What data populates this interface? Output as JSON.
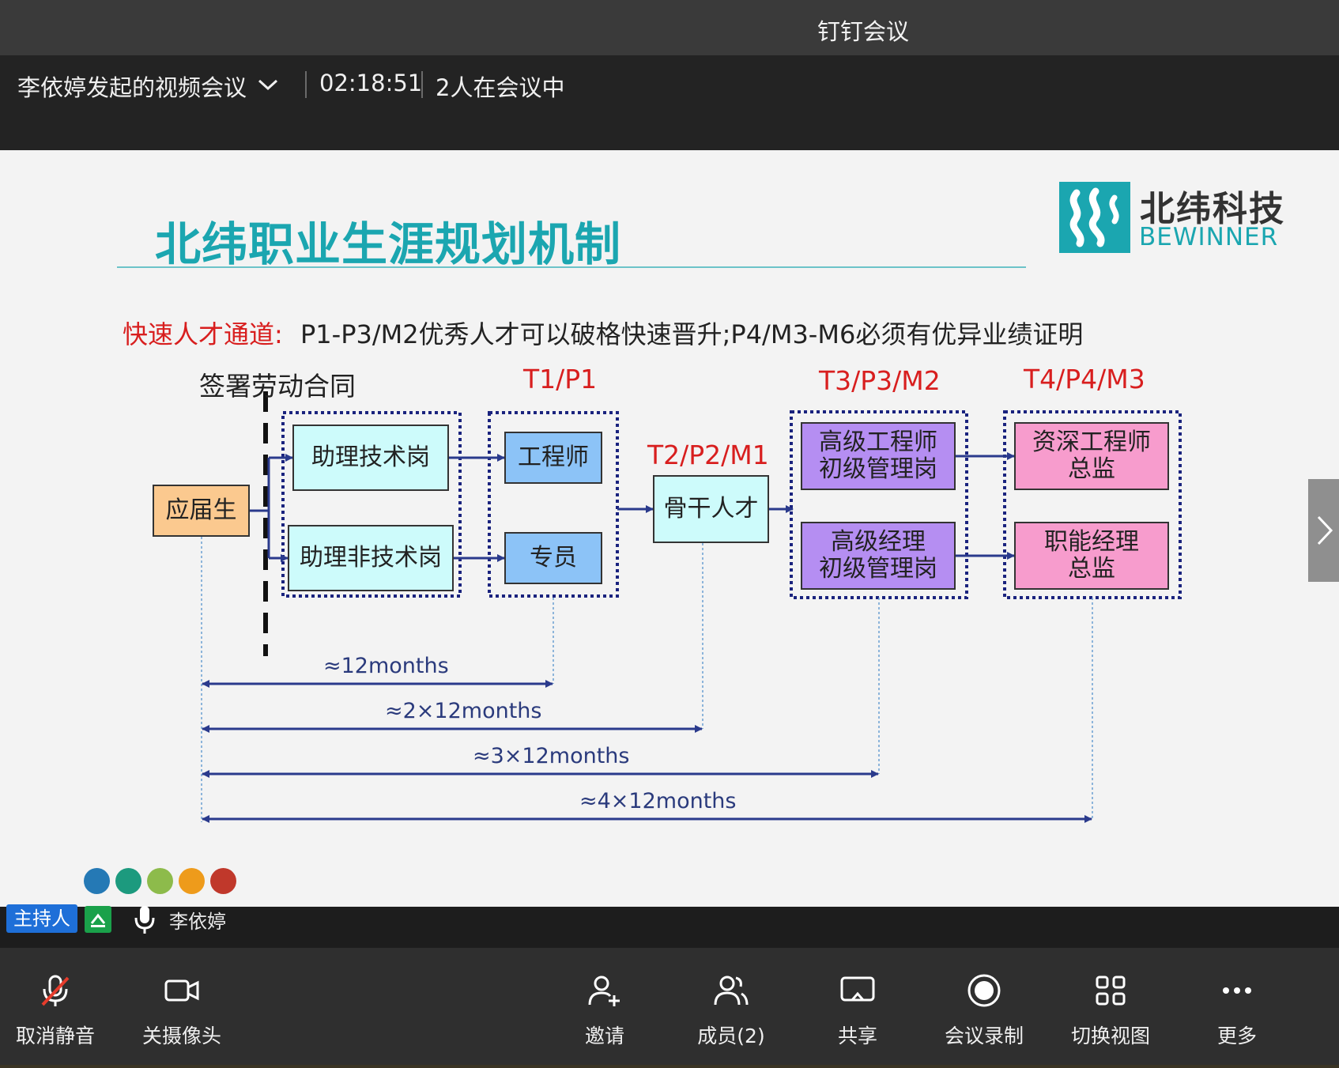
{
  "window": {
    "app_title": "钉钉会议"
  },
  "meeting": {
    "title": "李依婷发起的视频会议",
    "timer": "02:18:51",
    "participants_text": "2人在会议中"
  },
  "slide": {
    "title": "北纬职业生涯规划机制",
    "logo": {
      "cn": "北纬科技",
      "en": "BEWINNER"
    },
    "fast_track_label": "快速人才通道:",
    "fast_track_text": "P1-P3/M2优秀人才可以破格快速晋升;P4/M3-M6必须有优异业绩证明",
    "stage_labels": {
      "contract": "签署劳动合同",
      "t1": "T1/P1",
      "t2": "T2/P2/M1",
      "t3": "T3/P3/M2",
      "t4": "T4/P4/M3"
    },
    "boxes": {
      "graduate": "应届生",
      "asst_tech": "助理技术岗",
      "asst_nontech": "助理非技术岗",
      "engineer": "工程师",
      "specialist": "专员",
      "backbone": "骨干人才",
      "senior_engineer": [
        "高级工程师",
        "初级管理岗"
      ],
      "senior_manager": [
        "高级经理",
        "初级管理岗"
      ],
      "principal_engineer": [
        "资深工程师",
        "总监"
      ],
      "functional_manager": [
        "职能经理",
        "总监"
      ]
    },
    "durations": [
      "≈12months",
      "≈2×12months",
      "≈3×12months",
      "≈4×12months"
    ],
    "colors": {
      "title": "#1ba6b0",
      "red": "#d81e1e",
      "cyan_box": "#cdfbfb",
      "blue_box": "#8cc3f7",
      "purple_box": "#b58ef2",
      "pink_box": "#f79ccd",
      "orange_box": "#fbc98f",
      "arrow": "#2a3a8c"
    },
    "color_dots": [
      "#2579b5",
      "#1c9a7e",
      "#8dbb4b",
      "#ee9b1b",
      "#c0382b"
    ]
  },
  "presenter": {
    "host_badge": "主持人",
    "name": "李依婷"
  },
  "toolbar": {
    "unmute": "取消静音",
    "camera_off": "关摄像头",
    "invite": "邀请",
    "members": "成员(2)",
    "share": "共享",
    "record": "会议录制",
    "switch_view": "切换视图",
    "more": "更多"
  },
  "icons": [
    "mic-muted-icon",
    "camera-icon",
    "invite-icon",
    "members-icon",
    "share-screen-icon",
    "record-icon",
    "grid-view-icon",
    "more-icon",
    "chevron-right-icon",
    "chevron-down-icon",
    "mic-icon"
  ]
}
